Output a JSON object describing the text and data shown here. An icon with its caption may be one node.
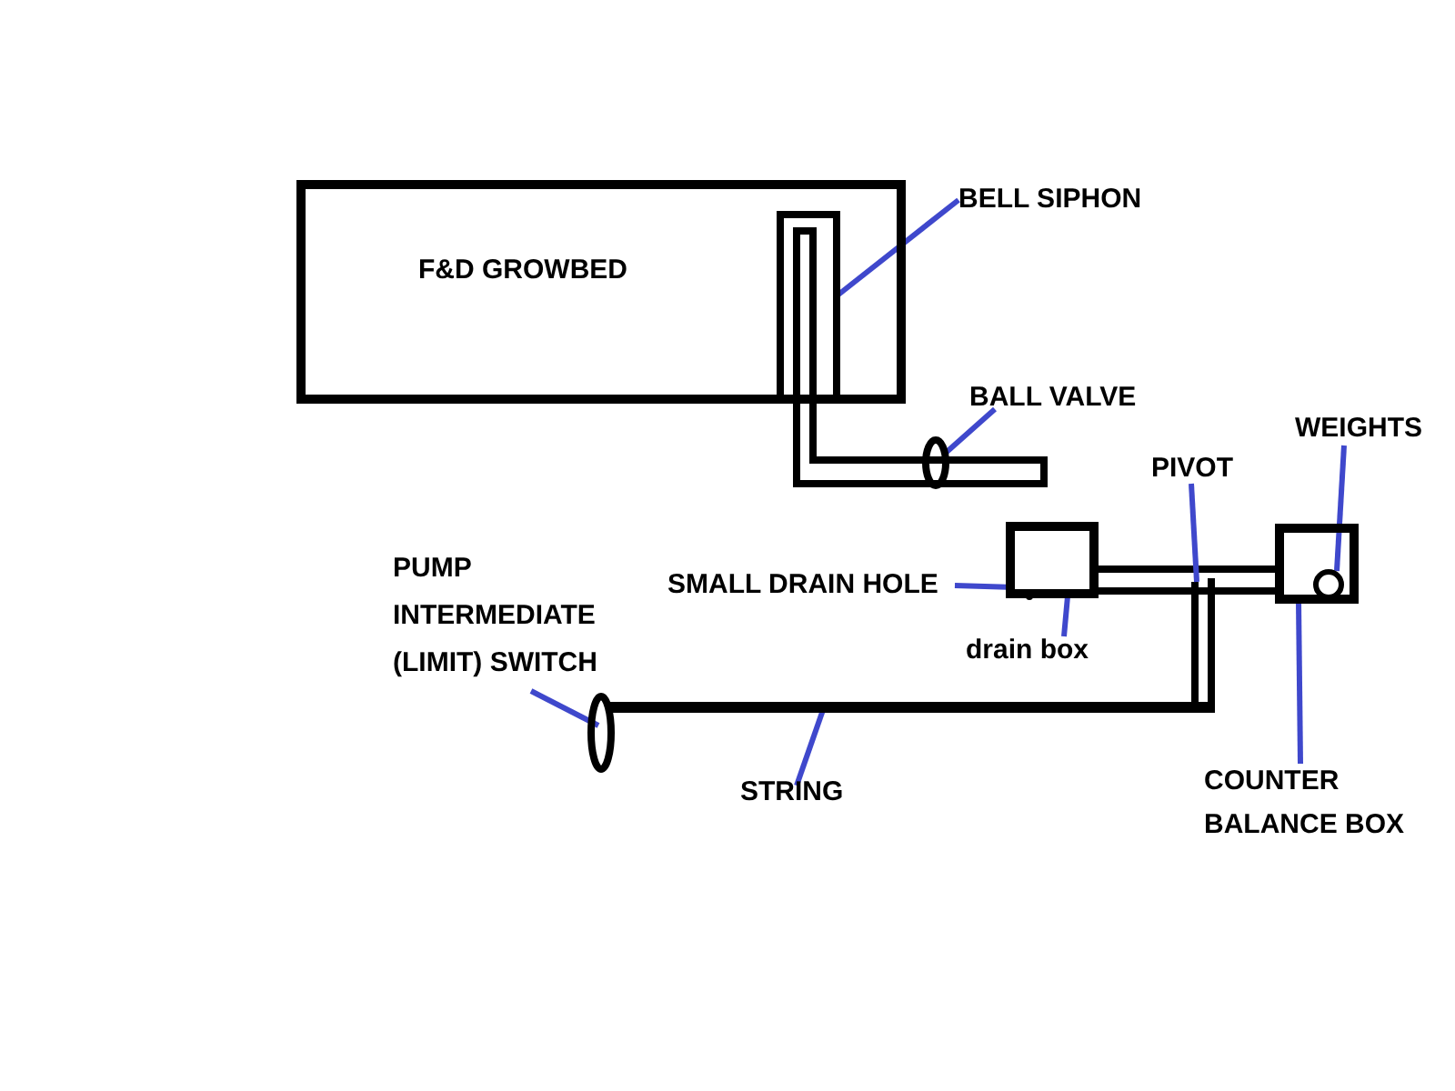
{
  "diagram": {
    "nodes": [
      {
        "text": [
          "F&D GROWBED"
        ]
      },
      {
        "text": [
          "BELL SIPHON"
        ]
      },
      {
        "text": [],
        "shape": "bar",
        "in": 0
      },
      {
        "text": [
          "BALL VALVE"
        ]
      },
      {
        "text": [],
        "shape": "circle"
      },
      {
        "text": [
          "PIVOT"
        ]
      },
      {
        "text": [
          "WEIGHTS"
        ]
      },
      {
        "text": [],
        "shape": "box"
      },
      {
        "text": [],
        "shape": "circle",
        "in": 7
      },
      {
        "text": [
          "PUMP INTERMEDIATE (LIMIT) SWITCH"
        ]
      },
      {
        "text": [
          "SMALL DRAIN HOLE"
        ]
      },
      {
        "text": [],
        "shape": "box"
      },
      {
        "text": [],
        "shape": "circle",
        "in": 11
      },
      {
        "text": [
          "drain box"
        ]
      },
      {
        "text": [],
        "shape": "circle"
      },
      {
        "text": [],
        "shape": "bar"
      },
      {
        "text": [
          "STRING"
        ]
      },
      {
        "text": [
          "COUNTER BALANCE BOX"
        ]
      }
    ],
    "edges": [
      {
        "from": 1,
        "to": 2,
        "arrow": "none"
      },
      {
        "from": 3,
        "to": 4,
        "arrow": "none"
      },
      {
        "from": 5,
        "to": null,
        "arrow": "none"
      },
      {
        "from": 6,
        "to": 8,
        "arrow": "none"
      },
      {
        "from": 10,
        "to": 12,
        "arrow": "none"
      },
      {
        "from": 13,
        "to": 11,
        "arrow": "none"
      },
      {
        "from": 9,
        "to": 14,
        "arrow": "none"
      },
      {
        "from": 16,
        "to": 15,
        "arrow": "none"
      },
      {
        "from": 17,
        "to": 7,
        "arrow": "none"
      }
    ]
  }
}
